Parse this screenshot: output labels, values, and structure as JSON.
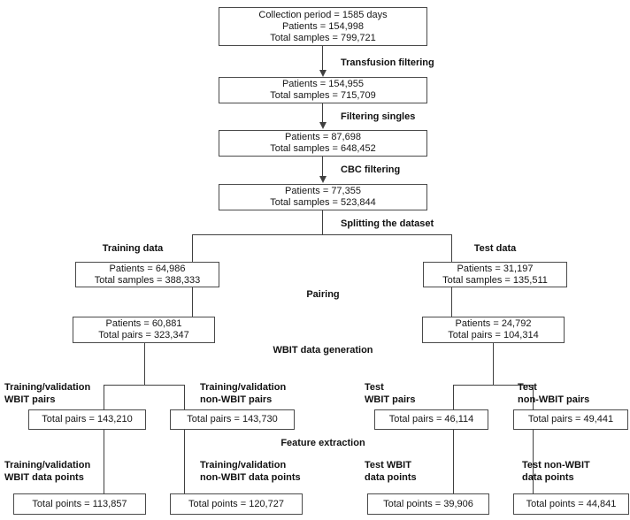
{
  "diagram": {
    "type": "flowchart",
    "colors": {
      "background": "#ffffff",
      "line": "#404040",
      "box_border": "#4a4a4a",
      "text": "#111111"
    }
  },
  "nodes": {
    "collection": {
      "l1": "Collection period = 1585 days",
      "l2": "Patients = 154,998",
      "l3": "Total samples = 799,721"
    },
    "after_transfusion": {
      "l1": "Patients = 154,955",
      "l2": "Total samples = 715,709"
    },
    "after_singles": {
      "l1": "Patients = 87,698",
      "l2": "Total samples = 648,452"
    },
    "after_cbc": {
      "l1": "Patients = 77,355",
      "l2": "Total samples = 523,844"
    },
    "training": {
      "l1": "Patients = 64,986",
      "l2": "Total samples = 388,333"
    },
    "test": {
      "l1": "Patients = 31,197",
      "l2": "Total samples = 135,511"
    },
    "training_paired": {
      "l1": "Patients = 60,881",
      "l2": "Total pairs = 323,347"
    },
    "test_paired": {
      "l1": "Patients = 24,792",
      "l2": "Total pairs = 104,314"
    },
    "tv_wbit_pairs": {
      "l1": "Total pairs = 143,210"
    },
    "tv_nonwbit_pairs": {
      "l1": "Total pairs = 143,730"
    },
    "test_wbit_pairs": {
      "l1": "Total pairs = 46,114"
    },
    "test_nonwbit_pairs": {
      "l1": "Total pairs = 49,441"
    },
    "tv_wbit_points": {
      "l1": "Total points = 113,857"
    },
    "tv_nonwbit_points": {
      "l1": "Total points = 120,727"
    },
    "test_wbit_points": {
      "l1": "Total points = 39,906"
    },
    "test_nonwbit_points": {
      "l1": "Total points = 44,841"
    }
  },
  "steps": {
    "transfusion": "Transfusion filtering",
    "singles": "Filtering singles",
    "cbc": "CBC filtering",
    "split": "Splitting the dataset",
    "pairing": "Pairing",
    "wbit_generation": "WBIT data generation",
    "feature_extraction": "Feature extraction"
  },
  "branches": {
    "training": "Training data",
    "test": "Test data",
    "tv_wbit_pairs": {
      "l1": "Training/validation",
      "l2": "WBIT pairs"
    },
    "tv_nonwbit_pairs": {
      "l1": "Training/validation",
      "l2": "non-WBIT pairs"
    },
    "test_wbit_pairs": {
      "l1": "Test",
      "l2": "WBIT pairs"
    },
    "test_nonwbit_pairs": {
      "l1": "Test",
      "l2": "non-WBIT pairs"
    },
    "tv_wbit_points": {
      "l1": "Training/validation",
      "l2": "WBIT data points"
    },
    "tv_nonwbit_points": {
      "l1": "Training/validation",
      "l2": "non-WBIT data points"
    },
    "test_wbit_points": {
      "l1": "Test WBIT",
      "l2": "data points"
    },
    "test_nonwbit_points": {
      "l1": "Test non-WBIT",
      "l2": "data points"
    }
  }
}
